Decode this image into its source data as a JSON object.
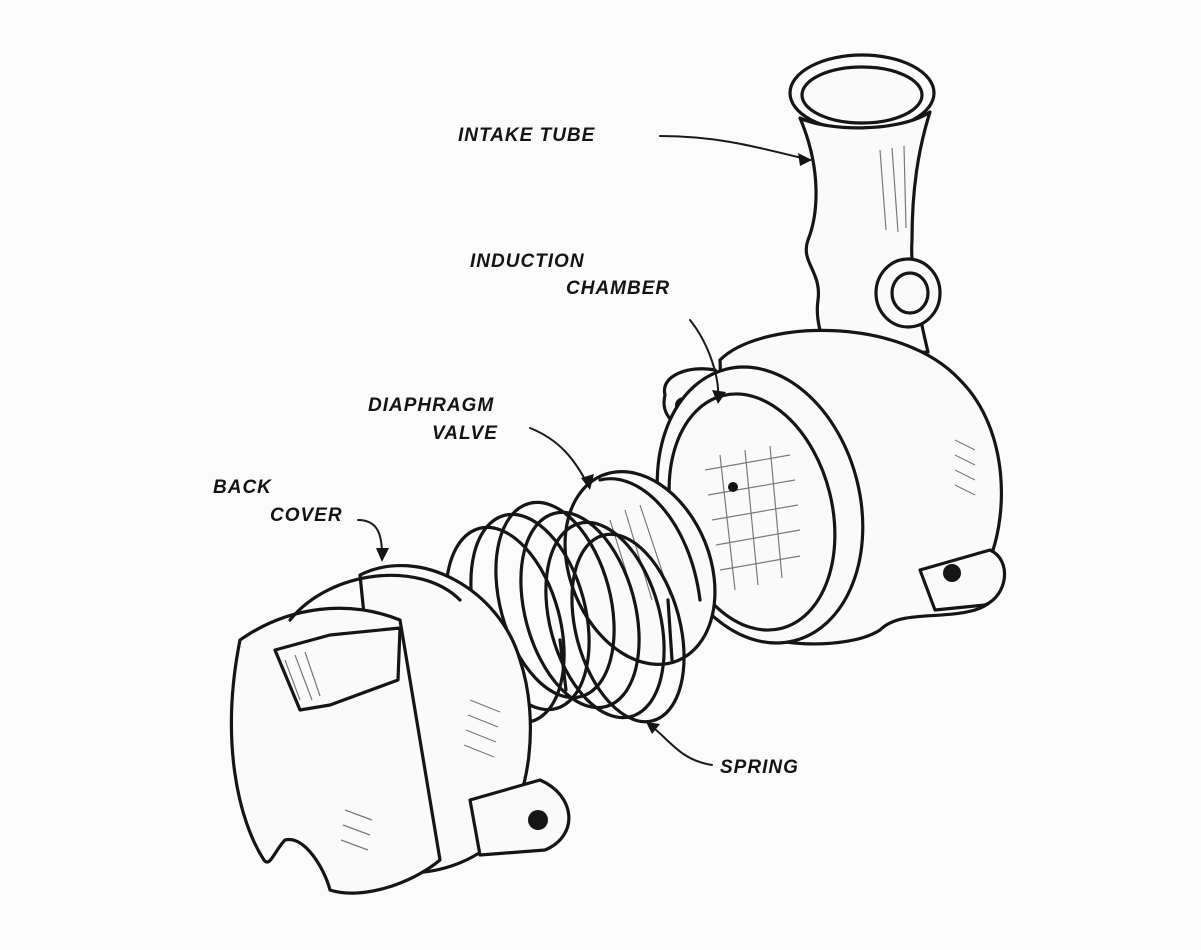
{
  "labels": {
    "intake_tube": "INTAKE TUBE",
    "induction_chamber_line1": "INDUCTION",
    "induction_chamber_line2": "CHAMBER",
    "diaphragm_valve_line1": "DIAPHRAGM",
    "diaphragm_valve_line2": "VALVE",
    "back_cover_line1": "BACK",
    "back_cover_line2": "COVER",
    "spring": "SPRING"
  }
}
